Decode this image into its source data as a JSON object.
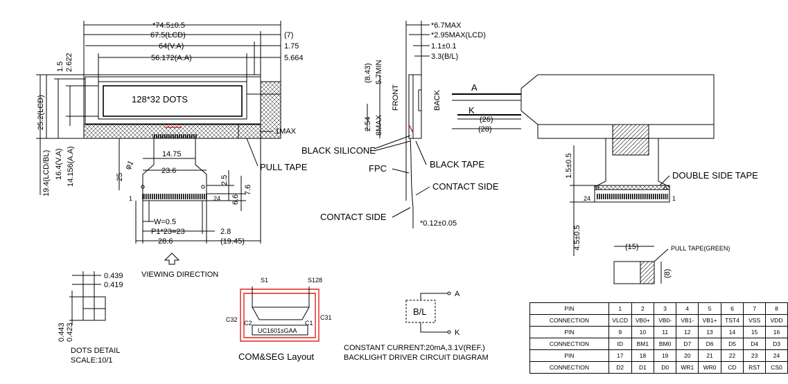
{
  "dimensions": {
    "outline": "*74.5±0.5",
    "lcd_width": "67.5(LCD)",
    "paren_7": "(7)",
    "va_width": "64(V.A)",
    "d_1_75": "1.75",
    "aa_width": "56.172(A.A)",
    "d_5_664": "5.664",
    "d_1_5": "1.5",
    "d_2_622": "2.622",
    "lcd_height": "25.2(LCD)",
    "lcd_bl_height": "19.4(LCD/BL)",
    "va_height": "16.4(V.A)",
    "aa_height": "14.156(A.A)",
    "one_max": "1MAX",
    "d_14_75": "14.75",
    "d_23_6": "23.6",
    "d_25": "25",
    "phi_1": "φ1",
    "d_2_5": "2.5",
    "d_6_6": "6.6",
    "d_7_6": "7.6",
    "w": "W=0.5",
    "pitch": "P1*23=23",
    "d_2_8": "2.8",
    "d_28_6": "28.6",
    "d_19_45": "(19.45)",
    "pin_1": "1",
    "pin_24": "24",
    "side_6_7": "*6.7MAX",
    "side_2_95": "*2.95MAX(LCD)",
    "side_1_1": "1.1±0.1",
    "side_3_3": "3.3(B/L)",
    "side_8_43": "(8.43)",
    "side_5_7": "5.7MIN",
    "side_2_54": "2.54",
    "side_8max": "8MAX",
    "side_0_12": "*0.12±0.05",
    "r_26": "(26)",
    "r_28": "(28)",
    "r_1_5": "1.5±0.5",
    "r_4_5": "4.5±0.5",
    "r_24": "24",
    "r_1": "1",
    "tape_15": "(15)",
    "tape_8": "(8)",
    "dot_439": "0.439",
    "dot_419": "0.419",
    "dot_443": "0.443",
    "dot_423": "0.423"
  },
  "labels": {
    "dots": "128*32 DOTS",
    "pull_tape": "PULL TAPE",
    "black_silicone": "BLACK SILICONE",
    "black_tape": "BLACK TAPE",
    "fpc": "FPC",
    "contact_side_1": "CONTACT SIDE",
    "contact_side_2": "CONTACT SIDE",
    "front": "FRONT",
    "back": "BACK",
    "line_a": "A",
    "line_k": "K",
    "double_side_tape": "DOUBLE SIDE TAPE",
    "pull_tape_green": "PULL TAPE(GREEN)",
    "viewing_direction": "VIEWING DIRECTION",
    "dots_detail": "DOTS DETAIL",
    "scale": "SCALE:10/1",
    "s1": "S1",
    "s128": "S128",
    "c32": "C32",
    "c31": "C31",
    "c2": "C2",
    "c1": "C1",
    "ic": "UC1601sGAA",
    "com_seg": "COM&SEG Layout",
    "bl_box": "B/L",
    "bl_a": "A",
    "bl_k": "K",
    "constant_current": "CONSTANT CURRENT:20mA,3.1V(REF.)",
    "driver_diagram": "BACKLIGHT DRIVER CIRCUIT DIAGRAM"
  },
  "pin_table": {
    "pin_header": "PIN",
    "connection_header": "CONNECTION",
    "rows": [
      {
        "pins": [
          "1",
          "2",
          "3",
          "4",
          "5",
          "6",
          "7",
          "8"
        ],
        "conns": [
          "VLCD",
          "VB0+",
          "VB0-",
          "VB1-",
          "VB1+",
          "TST4",
          "VSS",
          "VDD"
        ]
      },
      {
        "pins": [
          "9",
          "10",
          "11",
          "12",
          "13",
          "14",
          "15",
          "16"
        ],
        "conns": [
          "ID",
          "BM1",
          "BM0",
          "D7",
          "D6",
          "D5",
          "D4",
          "D3"
        ]
      },
      {
        "pins": [
          "17",
          "18",
          "19",
          "20",
          "21",
          "22",
          "23",
          "24"
        ],
        "conns": [
          "D2",
          "D1",
          "D0",
          "WR1",
          "WR0",
          "CD",
          "RST",
          "CS0"
        ]
      }
    ]
  }
}
